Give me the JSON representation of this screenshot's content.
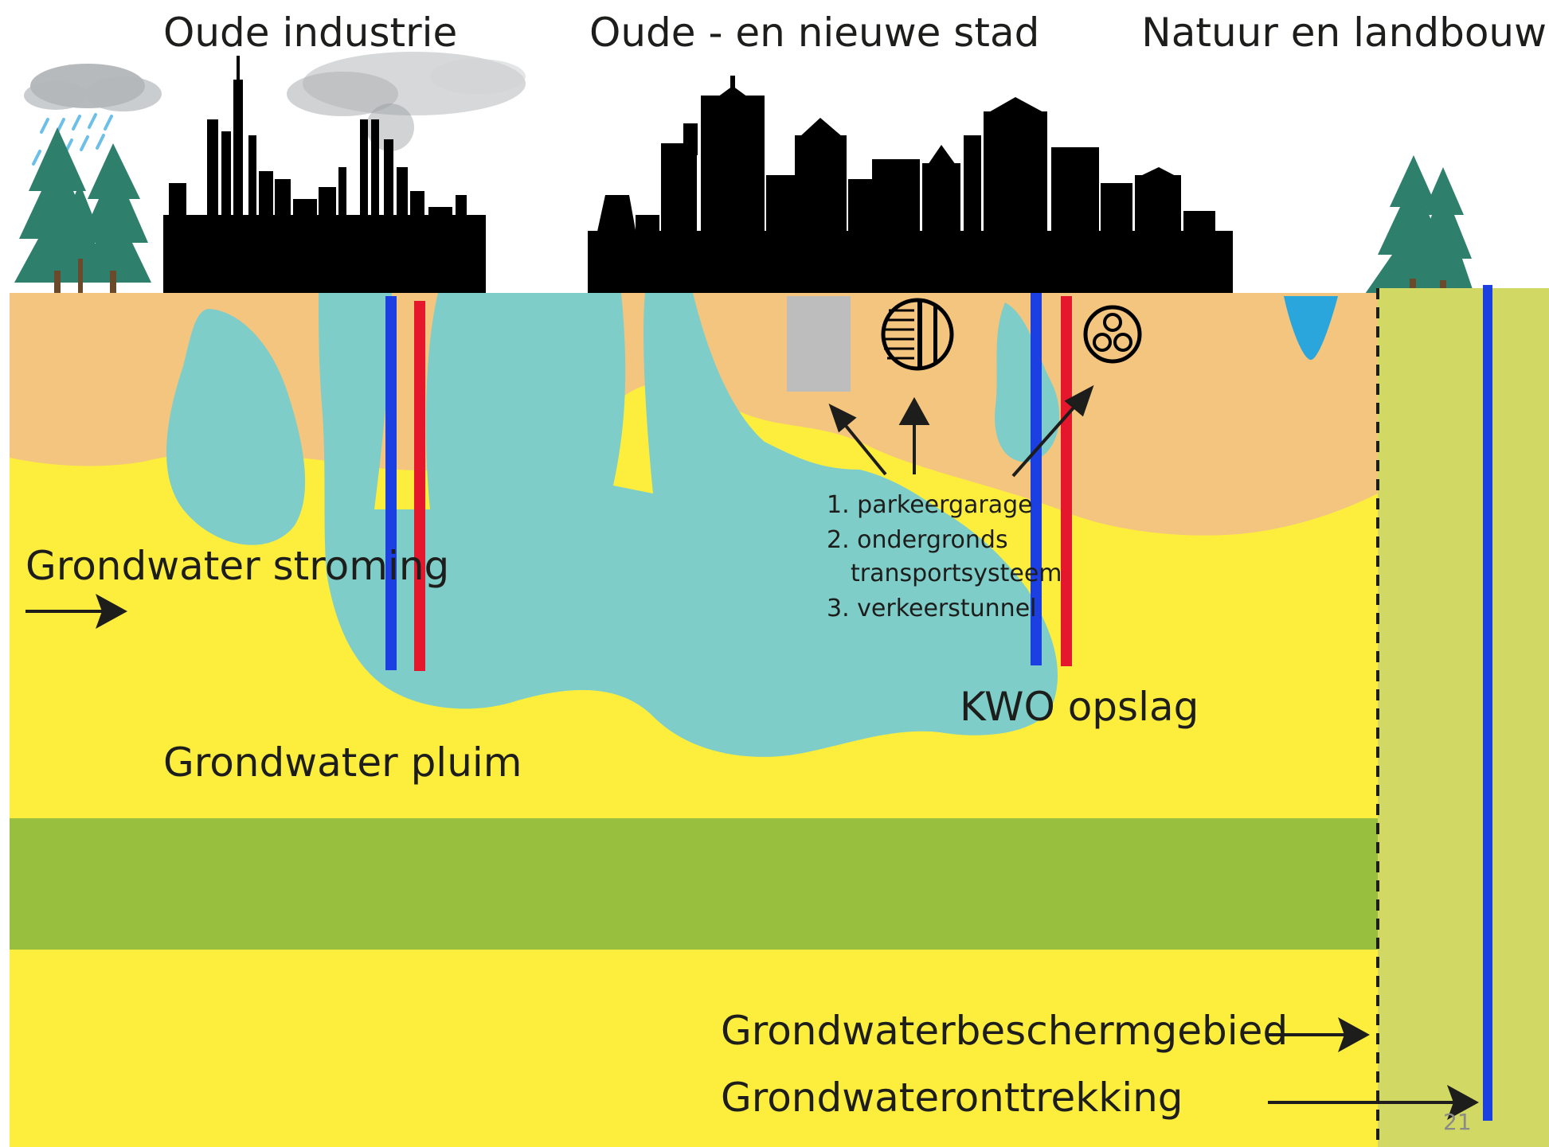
{
  "titles": {
    "old_industry": "Oude industrie",
    "old_new_city": "Oude - en nieuwe stad",
    "nature_agriculture": "Natuur en landbouw"
  },
  "labels": {
    "groundwater_flow": "Grondwater stroming",
    "groundwater_plume": "Grondwater pluim",
    "kwo_storage": "KWO opslag",
    "protection_area": "Grondwaterbeschermgebied",
    "extraction": "Grondwateronttrekking"
  },
  "legend": {
    "item1": "1. parkeergarage",
    "item2": "2. ondergronds",
    "item2b": "transportsysteem",
    "item3": "3. verkeerstunnel"
  },
  "page_number": "21",
  "colors": {
    "sand_top": "#f4c57e",
    "aquifer_yellow": "#fdee3d",
    "clay_green": "#98bf3e",
    "nature_zone": "#d1d863",
    "plume": "#7ecdc8",
    "pond_water": "#2aa6dd",
    "pipe_blue": "#1b3fe0",
    "pipe_red": "#e4172c",
    "tree_green": "#2f7f6d",
    "skyline": "#000000"
  }
}
